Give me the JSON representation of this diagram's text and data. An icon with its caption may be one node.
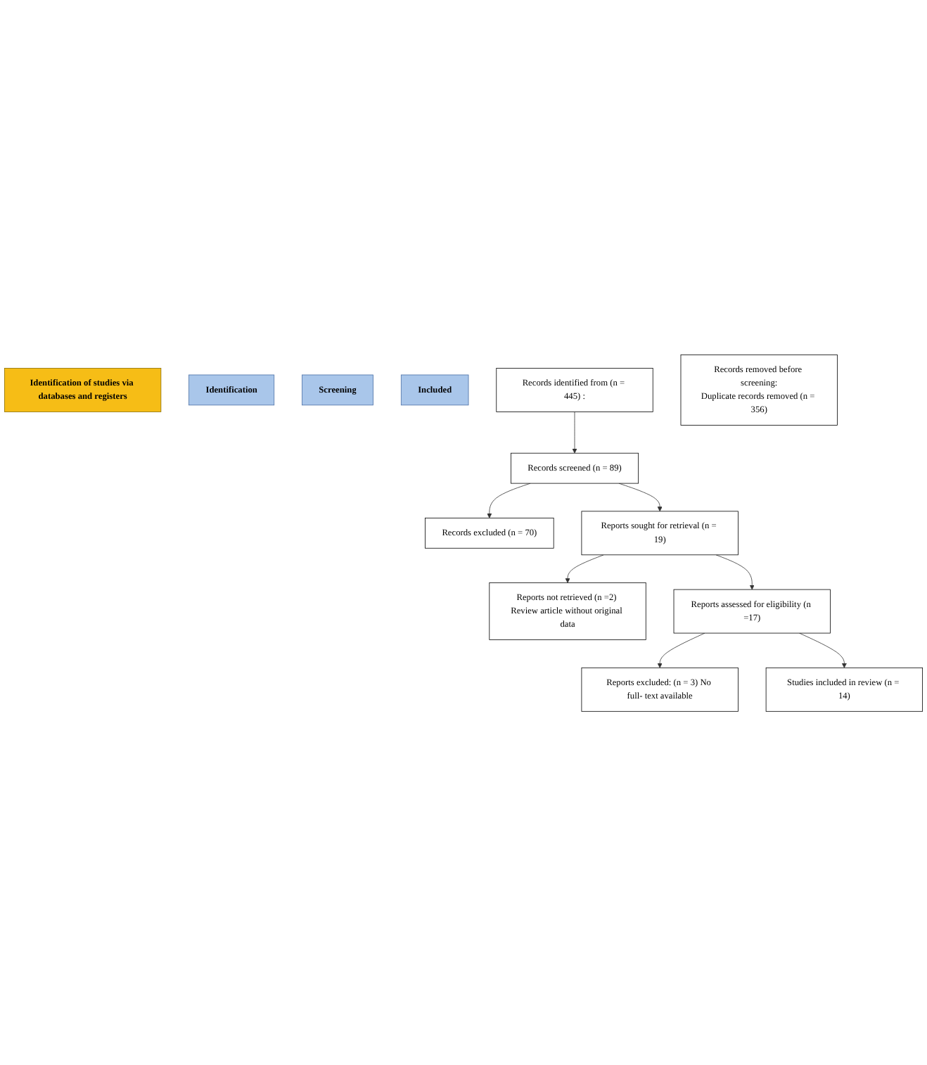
{
  "diagram": {
    "nodes": [
      {
        "text": [
          "Identification of studies via databases and registers"
        ]
      },
      {
        "text": [
          "Identification"
        ]
      },
      {
        "text": [
          "Screening"
        ]
      },
      {
        "text": [
          "Included"
        ]
      },
      {
        "text": [
          "Records identified from (n = 445) :"
        ]
      },
      {
        "text": [
          "Records removed before screening:",
          "Duplicate records removed (n = 356)"
        ]
      },
      {
        "text": [
          "Records screened (n = 89)"
        ]
      },
      {
        "text": [
          "Records excluded (n = 70)"
        ]
      },
      {
        "text": [
          "Reports sought for retrieval (n = 19)"
        ]
      },
      {
        "text": [
          "Reports not retrieved (n =2) Review article without original data"
        ]
      },
      {
        "text": [
          "Reports assessed for eligibility (n =17)"
        ]
      },
      {
        "text": [
          "Reports excluded: (n = 3) No full- text available"
        ]
      },
      {
        "text": [
          "Studies included in review (n = 14)"
        ]
      }
    ],
    "edges": [
      {
        "from": 4,
        "to": 6,
        "arrow": "to"
      },
      {
        "from": 6,
        "to": 7,
        "arrow": "to"
      },
      {
        "from": 6,
        "to": 8,
        "arrow": "to"
      },
      {
        "from": 8,
        "to": 9,
        "arrow": "to"
      },
      {
        "from": 8,
        "to": 10,
        "arrow": "to"
      },
      {
        "from": 10,
        "to": 11,
        "arrow": "to"
      },
      {
        "from": 10,
        "to": 12,
        "arrow": "to"
      }
    ]
  }
}
